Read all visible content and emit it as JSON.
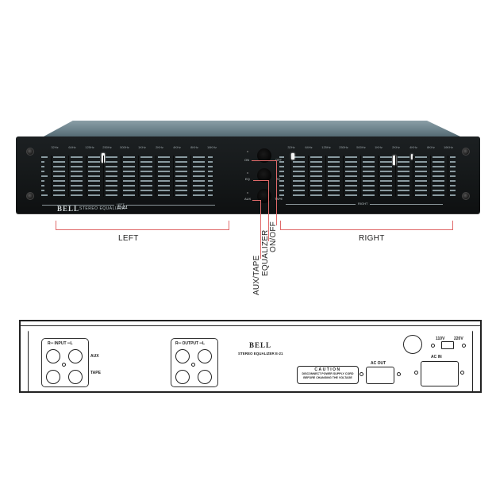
{
  "front_panel": {
    "brand": "BELL",
    "description": "STEREO EQUALIZER",
    "model": "E-21",
    "left_section_label": "LEFT",
    "right_section_label": "RIGHT",
    "left_bands": [
      "32Hz",
      "64Hz",
      "125Hz",
      "250Hz",
      "500Hz",
      "1KHz",
      "2KHz",
      "4KHz",
      "8KHz",
      "16KHz"
    ],
    "right_bands": [
      "32Hz",
      "64Hz",
      "125Hz",
      "250Hz",
      "500Hz",
      "1KHz",
      "2KHz",
      "4KHz",
      "8KHz",
      "16KHz"
    ],
    "left_slider_positions": [
      null,
      null,
      null,
      0,
      null,
      null,
      null,
      null,
      null,
      null
    ],
    "right_slider_positions": [
      0,
      null,
      null,
      null,
      null,
      0.15,
      0,
      null,
      null,
      null
    ],
    "switches": [
      {
        "left_label": "ON",
        "right_label": "OFF"
      },
      {
        "left_label": "EQ",
        "right_label": "BY"
      },
      {
        "left_label": "AUX",
        "right_label": "TAPE"
      }
    ],
    "panel_color": "#141718",
    "lid_color": "#6d838c"
  },
  "annotations": {
    "left_bracket": "LEFT",
    "right_bracket": "RIGHT",
    "on_off": "ON/OFF",
    "equalizer": "EQUALIZER",
    "aux_tape": "AUX/TAPE",
    "line_color": "#e06a6a"
  },
  "rear_panel": {
    "input_label": "R═ INPUT ═L",
    "output_label": "R═ OUTPUT ═L",
    "aux_label": "AUX",
    "tape_label": "TAPE",
    "brand": "BELL",
    "model_text": "STEREO EQUALIZER E-21",
    "caution_title": "CAUTION",
    "caution_line1": "DISCONNECT POWER SUPPLY CORD",
    "caution_line2": "BEFORE CHANGING THE VOLTAGE",
    "ac_out_label": "AC OUT",
    "ac_in_label": "AC IN",
    "voltage_110": "110V",
    "voltage_220": "220V"
  }
}
